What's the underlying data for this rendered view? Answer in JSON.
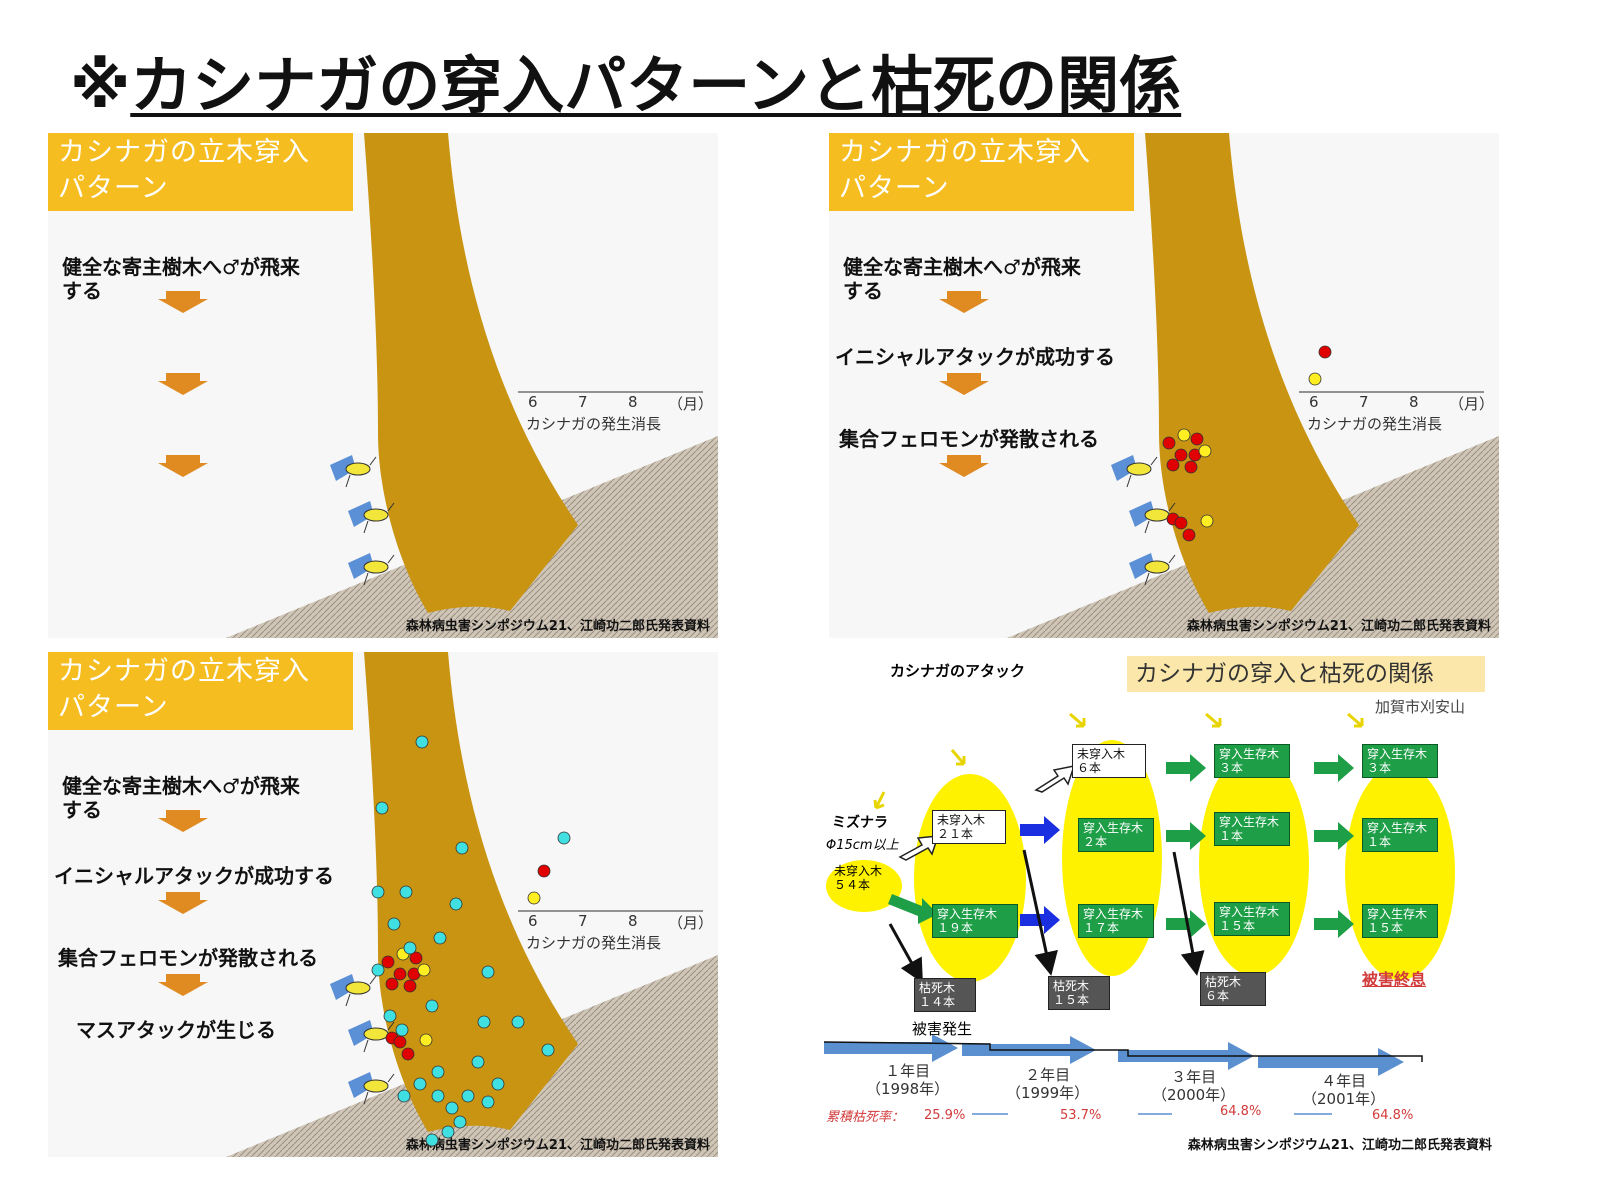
{
  "title": {
    "mark": "※",
    "text": "カシナガの穿入パターンと枯死の関係"
  },
  "panel_header": "カシナガの立木穿入\nパターン",
  "steps": {
    "s1": "健全な寄主樹木へ♂が飛来\nする",
    "s2": "イニシャルアタックが成功する",
    "s3": "集合フェロモンが発散される",
    "s4": "マスアタックが生じる"
  },
  "axis": {
    "ticks": [
      "6",
      "7",
      "8",
      "（月）"
    ],
    "label": "カシナガの発生消長"
  },
  "credit": "森林病虫害シンポジウム21、江崎功二郎氏発表資料",
  "colors": {
    "trunk": "#c89412",
    "header": "#f5bd1f",
    "red": "#e00000",
    "yellow": "#ffee22",
    "cyan": "#3fdfe2",
    "green_box": "#1f9e48",
    "ellipse": "#fff200"
  },
  "panel4": {
    "header": "カシナガの穿入と枯死の関係",
    "attack": "カシナガのアタック",
    "place": "加賀市刈安山",
    "species": "ミズナラ",
    "dbh": "Φ15cm以上",
    "start_box": "未穿入木\n５４本",
    "boxes": {
      "un1": "未穿入木\n２１本",
      "un2": "未穿入木\n６本",
      "surv1": "穿入生存木\n１９本",
      "y2a": "穿入生存木\n２本",
      "y2b": "穿入生存木\n１７本",
      "y3a": "穿入生存木\n３本",
      "y3b": "穿入生存木\n１本",
      "y3c": "穿入生存木\n１５本",
      "y4a": "穿入生存木\n３本",
      "y4b": "穿入生存木\n１本",
      "y4c": "穿入生存木\n１５本",
      "dead1": "枯死木\n１４本",
      "dead2": "枯死木\n１５本",
      "dead3": "枯死木\n６本"
    },
    "damage_start": "被害発生",
    "damage_end": "被害終息",
    "years": [
      {
        "label": "１年目",
        "year": "（1998年）"
      },
      {
        "label": "２年目",
        "year": "（1999年）"
      },
      {
        "label": "３年目",
        "year": "（2000年）"
      },
      {
        "label": "４年目",
        "year": "（2001年）"
      }
    ],
    "cum_label": "累積枯死率：",
    "rates": [
      "25.9%",
      "53.7%",
      "64.8%",
      "64.8%"
    ]
  }
}
